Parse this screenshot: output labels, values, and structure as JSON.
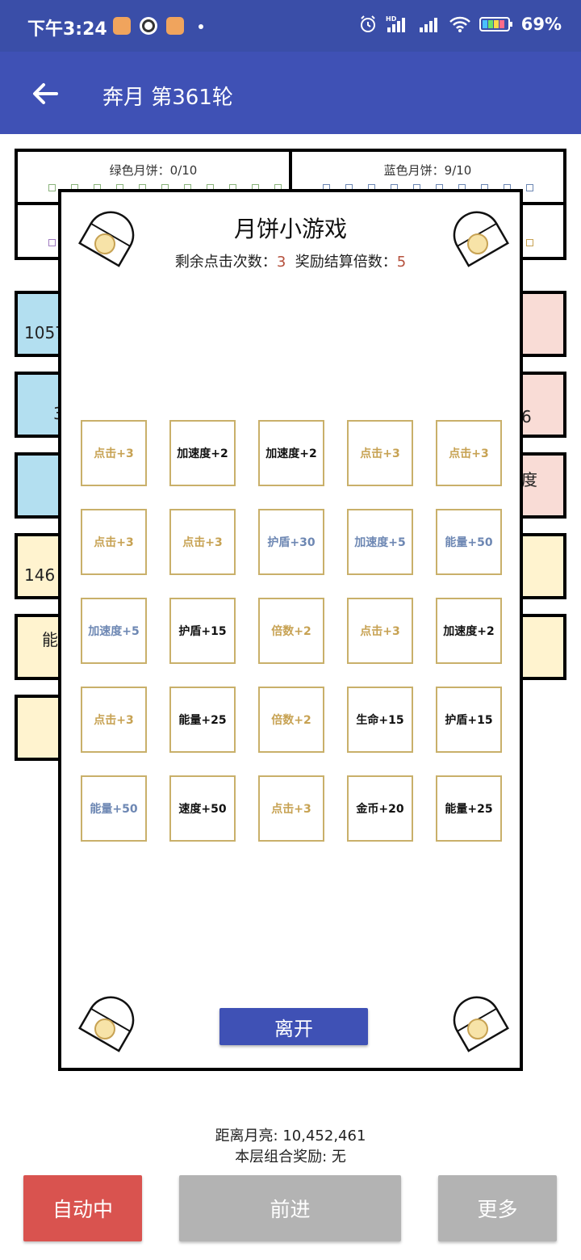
{
  "status_bar": {
    "time": "下午3:24",
    "battery": "69%",
    "icons": [
      "app-notification-icon",
      "clock-app-icon",
      "app-notification-icon",
      "alarm-icon",
      "hd-signal-icon",
      "signal-icon",
      "wifi-icon",
      "battery-icon"
    ]
  },
  "app_bar": {
    "back_icon": "arrow-left-icon",
    "title": "奔月 第361轮"
  },
  "board": {
    "mooncake_green": "绿色月饼：0/10",
    "mooncake_blue": "蓝色月饼：9/10",
    "left_tiles": [
      "1057",
      "3",
      "",
      "146",
      "能",
      ""
    ],
    "right_tiles": [
      "",
      "6",
      "度",
      "",
      "",
      ""
    ],
    "colors": {
      "blue_tile": "#b3dff0",
      "pink_tile": "#f9dcd6",
      "yellow_tile": "#fff3cf"
    }
  },
  "game": {
    "title": "月饼小游戏",
    "remaining_label": "剩余点击次数：",
    "remaining_value": "3",
    "multiplier_label": "奖励结算倍数：",
    "multiplier_value": "5",
    "grid": [
      [
        {
          "label": "点击+3",
          "tone": "gold"
        },
        {
          "label": "加速度+2",
          "tone": "black"
        },
        {
          "label": "加速度+2",
          "tone": "black"
        },
        {
          "label": "点击+3",
          "tone": "gold"
        },
        {
          "label": "点击+3",
          "tone": "gold"
        }
      ],
      [
        {
          "label": "点击+3",
          "tone": "gold"
        },
        {
          "label": "点击+3",
          "tone": "gold"
        },
        {
          "label": "护盾+30",
          "tone": "blue"
        },
        {
          "label": "加速度+5",
          "tone": "blue"
        },
        {
          "label": "能量+50",
          "tone": "blue"
        }
      ],
      [
        {
          "label": "加速度+5",
          "tone": "blue"
        },
        {
          "label": "护盾+15",
          "tone": "black"
        },
        {
          "label": "倍数+2",
          "tone": "gold"
        },
        {
          "label": "点击+3",
          "tone": "gold"
        },
        {
          "label": "加速度+2",
          "tone": "black"
        }
      ],
      [
        {
          "label": "点击+3",
          "tone": "gold"
        },
        {
          "label": "能量+25",
          "tone": "black"
        },
        {
          "label": "倍数+2",
          "tone": "gold"
        },
        {
          "label": "生命+15",
          "tone": "black"
        },
        {
          "label": "护盾+15",
          "tone": "black"
        }
      ],
      [
        {
          "label": "能量+50",
          "tone": "blue"
        },
        {
          "label": "速度+50",
          "tone": "black"
        },
        {
          "label": "点击+3",
          "tone": "gold"
        },
        {
          "label": "金币+20",
          "tone": "black"
        },
        {
          "label": "能量+25",
          "tone": "black"
        }
      ]
    ],
    "leave_button": "离开",
    "corner_icon": "moon-hatch-icon"
  },
  "footer": {
    "distance": "距离月亮: 10,452,461",
    "combo": "本层组合奖励: 无",
    "auto_button": "自动中",
    "forward_button": "前进",
    "more_button": "更多",
    "colors": {
      "auto": "#d9534f",
      "disabled": "#b3b3b3"
    }
  }
}
